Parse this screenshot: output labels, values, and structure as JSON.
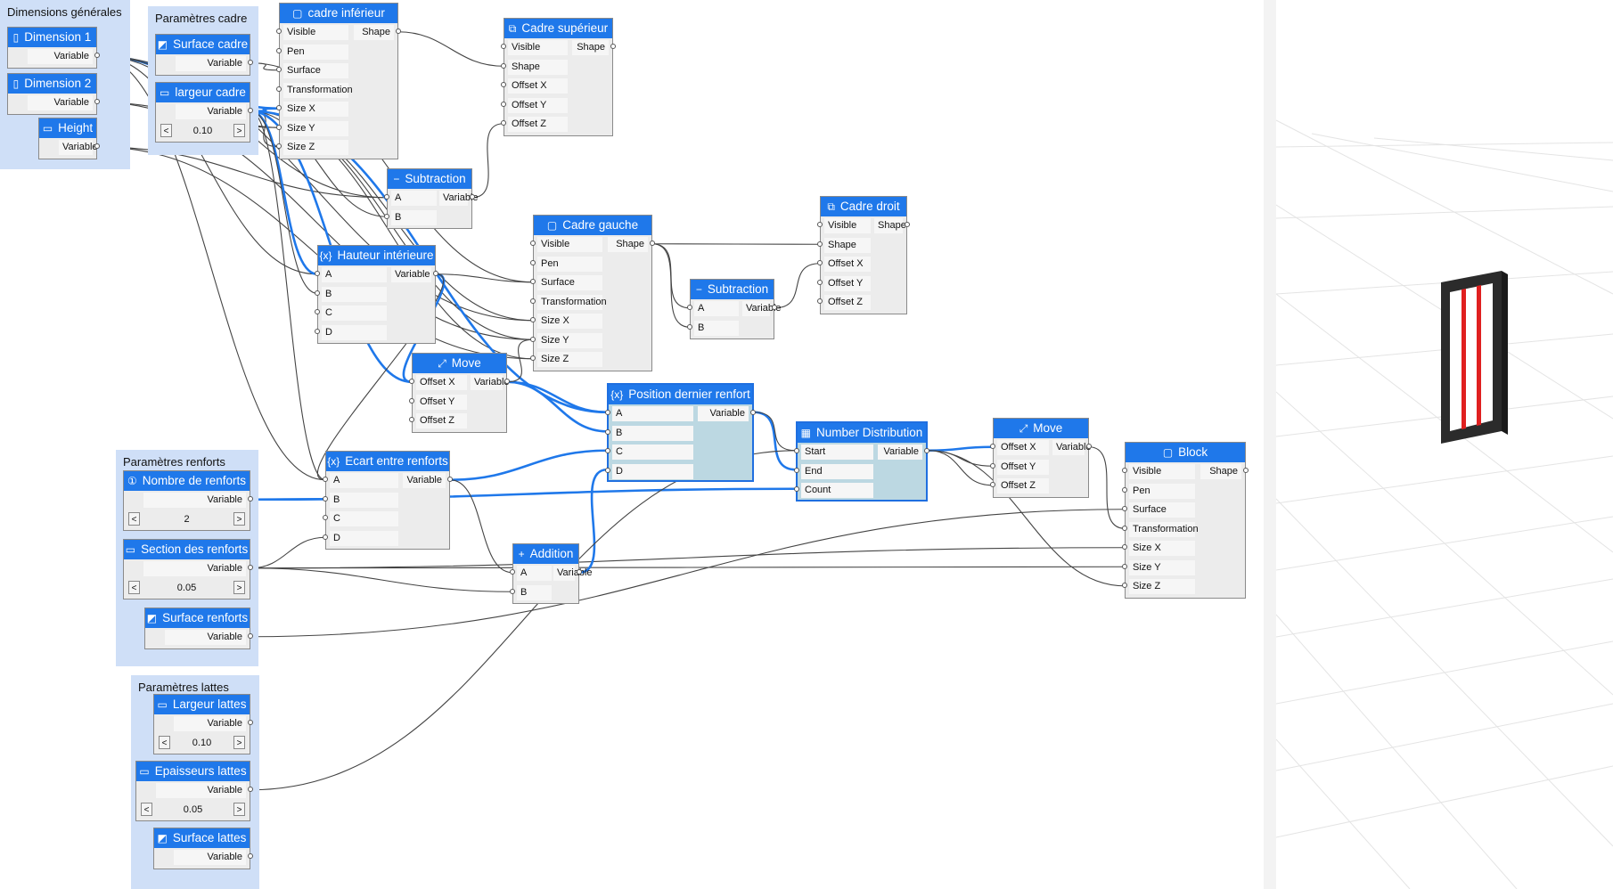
{
  "groups": {
    "dimensions_generales": {
      "title": "Dimensions générales"
    },
    "parametres_cadre": {
      "title": "Paramètres cadre"
    },
    "parametres_renforts": {
      "title": "Paramètres renforts"
    },
    "parametres_lattes": {
      "title": "Paramètres lattes"
    }
  },
  "nodes": {
    "dimension1": {
      "title": "Dimension 1",
      "icon": "dimension-icon",
      "output": "Variable"
    },
    "dimension2": {
      "title": "Dimension 2",
      "icon": "dimension-icon",
      "output": "Variable"
    },
    "height": {
      "title": "Height",
      "icon": "height-icon",
      "output": "Variable"
    },
    "surface_cadre": {
      "title": "Surface cadre",
      "icon": "surface-icon",
      "output": "Variable"
    },
    "largeur_cadre": {
      "title": "largeur cadre",
      "icon": "length-icon",
      "output": "Variable",
      "value": "0.10"
    },
    "cadre_inferieur": {
      "title": "cadre inférieur",
      "icon": "block-icon",
      "inputs": [
        "Visible",
        "Pen",
        "Surface",
        "Transformation",
        "Size X",
        "Size Y",
        "Size Z"
      ],
      "output": "Shape"
    },
    "cadre_superieur": {
      "title": "Cadre supérieur",
      "icon": "move-shape-icon",
      "inputs": [
        "Visible",
        "Shape",
        "Offset X",
        "Offset Y",
        "Offset Z"
      ],
      "output": "Shape"
    },
    "subtraction1": {
      "title": "Subtraction",
      "icon": "minus-icon",
      "inputs": [
        "A",
        "B"
      ],
      "output": "Variable"
    },
    "cadre_gauche": {
      "title": "Cadre gauche",
      "icon": "block-icon",
      "inputs": [
        "Visible",
        "Pen",
        "Surface",
        "Transformation",
        "Size X",
        "Size Y",
        "Size Z"
      ],
      "output": "Shape"
    },
    "cadre_droit": {
      "title": "Cadre droit",
      "icon": "move-shape-icon",
      "inputs": [
        "Visible",
        "Shape",
        "Offset X",
        "Offset Y",
        "Offset Z"
      ],
      "output": "Shape"
    },
    "hauteur_interieure": {
      "title": "Hauteur intérieure",
      "icon": "expression-icon",
      "inputs": [
        "A",
        "B",
        "C",
        "D"
      ],
      "output": "Variable"
    },
    "subtraction2": {
      "title": "Subtraction",
      "icon": "minus-icon",
      "inputs": [
        "A",
        "B"
      ],
      "output": "Variable"
    },
    "move1": {
      "title": "Move",
      "icon": "move-icon",
      "inputs": [
        "Offset X",
        "Offset Y",
        "Offset Z"
      ],
      "output": "Variable"
    },
    "position_dernier_renfort": {
      "title": "Position dernier renfort",
      "icon": "expression-icon",
      "inputs": [
        "A",
        "B",
        "C",
        "D"
      ],
      "output": "Variable"
    },
    "number_distribution": {
      "title": "Number Distribution",
      "icon": "distribution-icon",
      "inputs": [
        "Start",
        "End",
        "Count"
      ],
      "output": "Variable"
    },
    "move2": {
      "title": "Move",
      "icon": "move-icon",
      "inputs": [
        "Offset X",
        "Offset Y",
        "Offset Z"
      ],
      "output": "Variable"
    },
    "block": {
      "title": "Block",
      "icon": "block-icon",
      "inputs": [
        "Visible",
        "Pen",
        "Surface",
        "Transformation",
        "Size X",
        "Size Y",
        "Size Z"
      ],
      "output": "Shape"
    },
    "nombre_renforts": {
      "title": "Nombre de renforts",
      "icon": "integer-icon",
      "output": "Variable",
      "value": "2"
    },
    "ecart_renforts": {
      "title": "Ecart entre renforts",
      "icon": "expression-icon",
      "inputs": [
        "A",
        "B",
        "C",
        "D"
      ],
      "output": "Variable"
    },
    "section_renforts": {
      "title": "Section des renforts",
      "icon": "length-icon",
      "output": "Variable",
      "value": "0.05"
    },
    "addition": {
      "title": "Addition",
      "icon": "plus-icon",
      "inputs": [
        "A",
        "B"
      ],
      "output": "Variable"
    },
    "surface_renforts": {
      "title": "Surface renforts",
      "icon": "surface-icon",
      "output": "Variable"
    },
    "largeur_lattes": {
      "title": "Largeur lattes",
      "icon": "length-icon",
      "output": "Variable",
      "value": "0.10"
    },
    "epaisseurs_lattes": {
      "title": "Epaisseurs lattes",
      "icon": "length-icon",
      "output": "Variable",
      "value": "0.05"
    },
    "surface_lattes": {
      "title": "Surface lattes",
      "icon": "surface-icon",
      "output": "Variable"
    }
  },
  "stepper": {
    "decrement": "<",
    "increment": ">"
  },
  "colors": {
    "accent": "#1f78ea",
    "group_bg": "#cfdff7",
    "node_bg": "#ececec",
    "selected_bg": "#bcd8e2",
    "wire": "#444444",
    "frame": "#2b2b2b",
    "frame_slat": "#e02020"
  }
}
